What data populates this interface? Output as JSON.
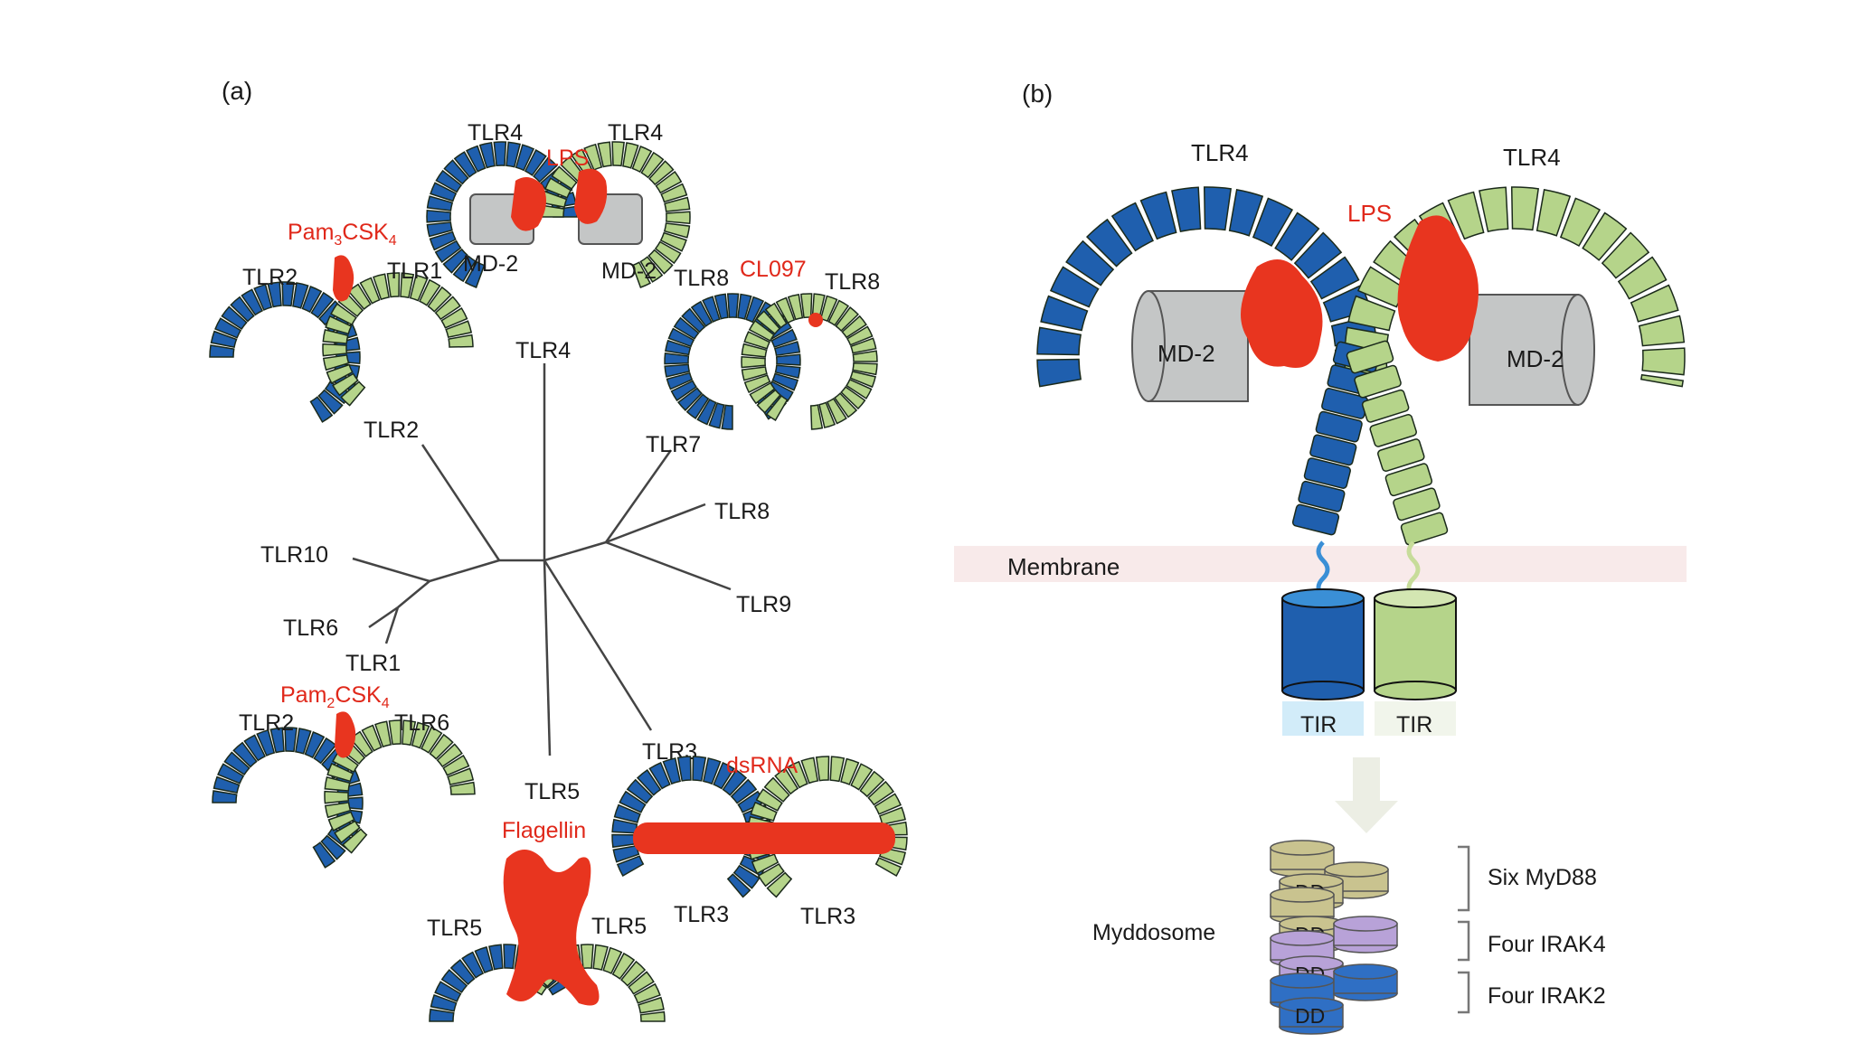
{
  "panel_a": {
    "label": "(a)",
    "tree_labels": {
      "tlr4": "TLR4",
      "tlr2": "TLR2",
      "tlr7": "TLR7",
      "tlr8": "TLR8",
      "tlr9": "TLR9",
      "tlr10": "TLR10",
      "tlr6": "TLR6",
      "tlr1": "TLR1",
      "tlr5": "TLR5",
      "tlr3": "TLR3"
    },
    "tlr4_dimer": {
      "left": "TLR4",
      "right": "TLR4",
      "ligand": "LPS",
      "md2_left": "MD-2",
      "md2_right": "MD-2"
    },
    "tlr2_tlr1": {
      "left": "TLR2",
      "right": "TLR1",
      "ligand_base": "Pam",
      "ligand_sub1": "3",
      "ligand_mid": "CSK",
      "ligand_sub2": "4"
    },
    "tlr8_dimer": {
      "left": "TLR8",
      "right": "TLR8",
      "ligand": "CL097"
    },
    "tlr2_tlr6": {
      "left": "TLR2",
      "right": "TLR6",
      "ligand_base": "Pam",
      "ligand_sub1": "2",
      "ligand_mid": "CSK",
      "ligand_sub2": "4"
    },
    "tlr5_dimer": {
      "left": "TLR5",
      "right": "TLR5",
      "ligand": "Flagellin"
    },
    "tlr3_dimer": {
      "top": "TLR3",
      "left": "TLR3",
      "right": "TLR3",
      "ligand": "dsRNA"
    }
  },
  "panel_b": {
    "label": "(b)",
    "left_receptor": "TLR4",
    "right_receptor": "TLR4",
    "ligand": "LPS",
    "md2_left": "MD-2",
    "md2_right": "MD-2",
    "membrane": "Membrane",
    "tir_left": "TIR",
    "tir_right": "TIR",
    "complex": "Myddosome",
    "dd": "DD",
    "brackets": [
      "Six MyD88",
      "Four IRAK4",
      "Four IRAK2"
    ]
  },
  "colors": {
    "blue": "#1f5fae",
    "green": "#b5d48a",
    "red": "#e8351f",
    "gray": "#c4c6c6",
    "membrane": "#f8eaea"
  }
}
